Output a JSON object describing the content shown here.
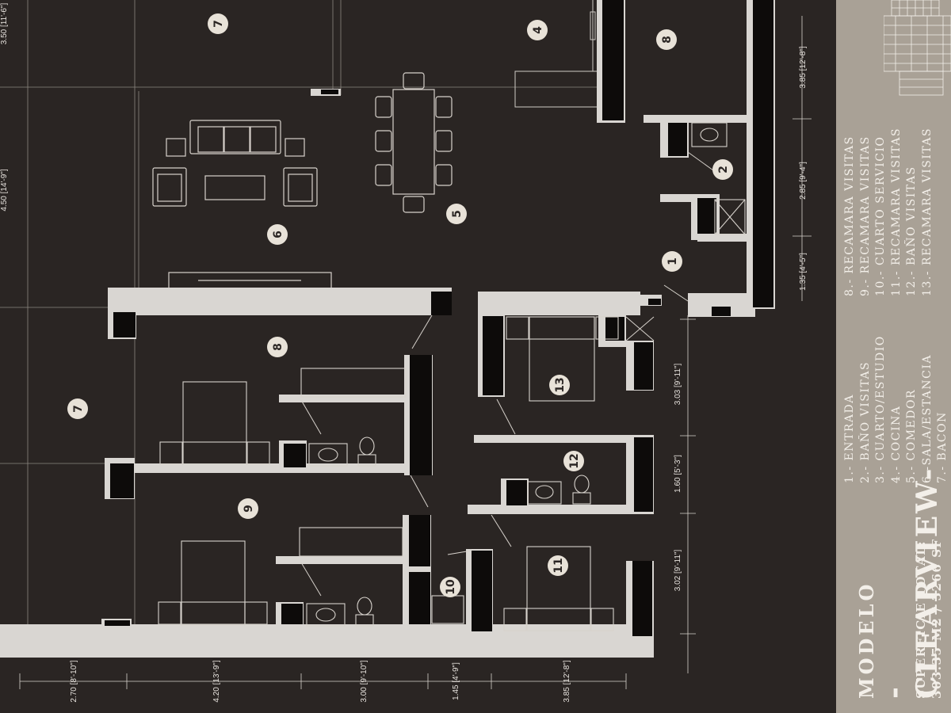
{
  "model": {
    "label": "MODELO",
    "name": "-CLEARVIEW-",
    "surface_label": "SUPERFICIE TOTAL:",
    "surface_value": "303.35 M2 / 3266 SF"
  },
  "legend": [
    "1.- ENTRADA",
    "2.- BAÑO VISITAS",
    "3.- CUARTO/ESTUDIO",
    "4.- COCINA",
    "5.- COMEDOR",
    "6.-SALA/ESTANCIA",
    "7.- BACON",
    "8.- RECAMARA VISITAS",
    "9.- RECAMARA VISITAS",
    "10.- CUARTO SERVICIO",
    "11.- RECAMARA VISITAS",
    "12.- BAÑO VISITAS",
    "13.- RECAMARA VISITAS"
  ],
  "room_markers": [
    {
      "num": "7"
    },
    {
      "num": "4"
    },
    {
      "num": "8"
    },
    {
      "num": "2"
    },
    {
      "num": "1"
    },
    {
      "num": "5"
    },
    {
      "num": "6"
    },
    {
      "num": "8"
    },
    {
      "num": "7"
    },
    {
      "num": "13"
    },
    {
      "num": "12"
    },
    {
      "num": "9"
    },
    {
      "num": "10"
    },
    {
      "num": "11"
    }
  ],
  "dimensions": {
    "right": [
      "3.85 [12'-8\"]",
      "2.85 [9'-4\"]",
      "1.35 [4'-5\"]",
      "3.03 [9'-11\"]",
      "1.60 [5'-3\"]",
      "3.02 [9'-11\"]"
    ],
    "bottom": [
      "2.70 [8'-10\"]",
      "4.20 [13'-9\"]",
      "3.00 [9'-10\"]",
      "1.45 [4'-9\"]",
      "3.85 [12'-8\"]"
    ],
    "left": [
      "3.50 [11'-6\"]",
      "4.50 [14'-9\"]"
    ]
  },
  "colors": {
    "background": "#2a2523",
    "wall": "#d9d6d2",
    "wall_fill": "#0d0b0a",
    "sidebar": "#a9a196",
    "marker": "#e8e2d8"
  }
}
